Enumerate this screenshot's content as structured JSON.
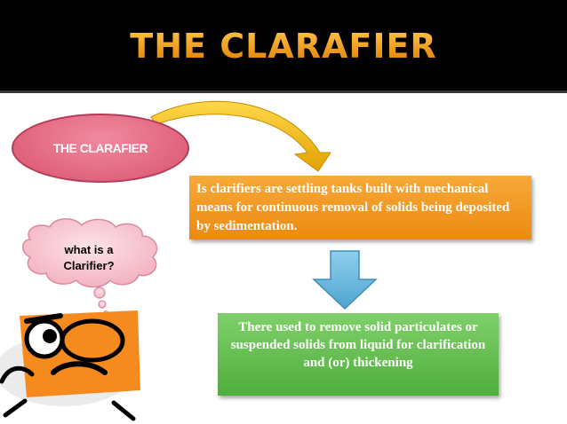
{
  "title": "THE CLARAFIER",
  "ellipse_label": "THE CLARAFIER",
  "definition": "Is clarifiers are settling tanks built with mechanical means for continuous removal of solids being deposited by sedimentation.",
  "usage": "There used to remove solid particulates or suspended solids from liquid for clarification and (or) thickening",
  "question": {
    "line1": "what is a",
    "line2": "Clarifier?"
  },
  "colors": {
    "title": "#f6a623",
    "ellipse": "#e06a82",
    "definition_box": "#f39a20",
    "usage_box": "#5cb947",
    "down_arrow": "#6cb8dc",
    "curved_arrow": "#f2b300",
    "cloud": "#f7c6d0",
    "face": "#f58a1f"
  },
  "icons": [
    "curved-arrow-icon",
    "down-arrow-icon",
    "thought-cloud-icon",
    "confused-face-icon"
  ]
}
